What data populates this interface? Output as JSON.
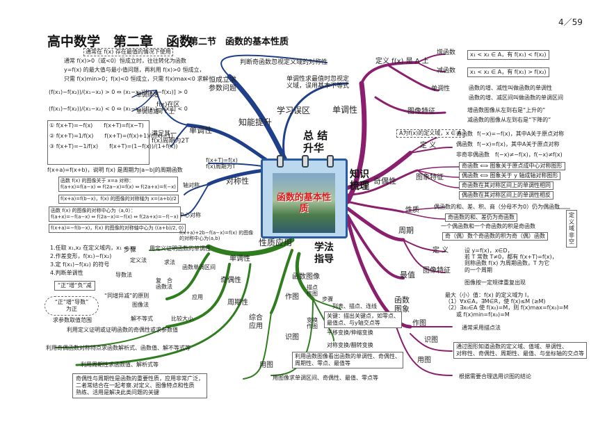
{
  "header": {
    "page_number": "4／59",
    "title": "高中数学　第二章　函数",
    "section": "第二节　函数的基本性质"
  },
  "hub": {
    "title": "函数的基本性质"
  },
  "branches": {
    "review": "总 结\n升华",
    "knowledge": "知识\n梳理",
    "method": "学法\n指导",
    "knowledge_up": "知能提升",
    "learn_area": "学习误区",
    "monotonicity_r": "单调性",
    "property_app": "性质应用"
  },
  "tl": {
    "note": "通常在 f(x) 存在最值的情况下使用",
    "line1": "通常 f(x)>0（或<0）恒成立时，往往转化为函数",
    "line2": "y=f(x) 的最大值与最小值问题，再利用 f(x)>0 恒成立，",
    "line3": "只需 f(x)min>0；f(x)<0 恒成立，只需 f(x)max<0 求解",
    "hengchengli": "恒成立求\n参数问题",
    "inc_formula1": "(f(x₁)−f(x₂))/(x₁−x₂) > 0 ⇔ (x₁−x₂)[f(x₁)−f(x₂)] > 0",
    "inc_label": "单调递增",
    "dec_formula1": "(f(x₁)−f(x₂))/(x₁−x₂) < 0 ⇔ (x₁−x₂)[f(x₁)−f(x₂)] < 0",
    "dec_label": "单调递减",
    "interval": "f(x)在区\n间 I 上",
    "mono": "单调性",
    "period_rows": [
      "① f(x+T)=−f(x)　　f(x+T)=f(x−T)",
      "② f(x+T)=1/f(x)　　f(x+T)=(f(x)+1)/(f(x)−1)",
      "③ f(x+T)=−1/f(x)　　f(x+T)=(1−f(x))/(1+f(x))"
    ],
    "period_note": "满足其一\nf(x)周期为2T",
    "period_bottom": "f(x+a)=f(x+b)，说明 f(x) 是周期为|a−b|的周期函数",
    "period_T": "f(x+T)=f(x)\nf(x)周期为T",
    "symmetry": "对称性",
    "axis_sym": "轴对称",
    "center_sym": "中心对称",
    "axis_box1": "函数 f(x) 的图像关于 x=a 对称：\nf(a+x)=f(a−x) ⇔ f(2a−x)=f(x) ⇔ f(2a+x)=f(−x)",
    "axis_box2": "f(x+a)=f(b−x)，f(x) 的图像的对称轴为 x=(a+b)/2",
    "center_box1": "函数 f(x) 的图像的对称中心为（a,0）：\nf(a+x)=−f(a−x) ⇔ f(2a−x)=−f(x) ⇔ f(2a+x)=−f(−x)",
    "center_box2": "f(x+a)=−f(b−x)，f(x) 的图像的对称轴中心为 ((a+b)/2, 0)",
    "center_box3": "f(x+a)+2b−f(a−x)=f(x) 的图像\n的对称中心为(a,b)"
  },
  "tc": {
    "mistake1": "判断奇函数忽视定义域的对称性",
    "mistake2": "单调性求最值时忽视定\n义域，误用基本不等式"
  },
  "tr": {
    "def_label": "定义 f(x) 是 A 上",
    "inc": "增函数",
    "dec": "减函数",
    "mono": "单调性",
    "graph_feat": "图像特征",
    "inc_def": "x₁ < x₂ ∈ A，有 f(x₁) < f(x₂)",
    "dec_def": "x₁ < x₂ ∈ A，有 f(x₁) > f(x₂)",
    "mono_1": "函数的增、减性叫做函数的单调性",
    "mono_2": "函数的增、减区间叫做函数的单调区间",
    "gf_1": "增函数图像从左到右是“上升的”",
    "gf_2": "减函数的图像从左到右是“下降的”",
    "dom_cond": "A为f(x)的定义域，x ∈ A",
    "def2": "定 义",
    "odd": "奇函数",
    "even": "偶函数",
    "odd_def": "f(−x)=−f(x)，其中A关于原点对称",
    "even_def": "f(−x)=f(x)，其中A关于原点对称",
    "neither": "非奇非偶函数　f(−x)≠−f(x)，f(−x)≠f(x)",
    "parity": "奇偶性",
    "graph_feat2": "图象特征",
    "gf2_1": "奇函数 ⟺ 图象关于原点成中心对称图形",
    "gf2_2": "偶函数 ⟺ 图象关于 y 轴成轴对称图形",
    "gf2_3": "奇函数在其对称区间上的单调性相同",
    "gf2_4": "偶函数在其对称区间上的单调性相反",
    "prop": "性质",
    "prop_1": "偶函数的和、差、积、商（分母不为0）仍为偶函数",
    "prop_2": "奇函数的和、差仍为奇函数",
    "prop_3": "一个偶函数和一个奇函数的积是奇函数",
    "prop_4": "奇（偶）数个奇函数的积为奇（偶）函数",
    "dom_sym": "定义域非空",
    "period": "周期",
    "def3": "定 义",
    "period_def": "设 y=f(x)，x∈D，\n若 T 常数 T≠0，都有 f(x+T)=f(x)，\n则称函数 f(x) 为周期函数，T 为它\n的一个周期",
    "graph_feat3": "图像特征",
    "period_graph": "图像按一定规律重复出现",
    "extreme": "最值",
    "extreme_def": "最大（小）值：f(x) 的定义域为 I，\n（1）∀x∈A，∃M∈R，使 f(x)≤M (≥M)\n（2）∃x₀∈A 使 f(x₀)=M，则 f(x)max=f(x₀)=M\n　　或 f(x)min=f(x₀)=M",
    "func_graph": "函数\n图象",
    "draw": "作图",
    "draw_desc": "通常采用描点法",
    "recognize": "识图",
    "recognize_desc": "通过图形知道函数的定义域、值域、单调性、\n对称性、奇偶性、周期性、最值、与坐标轴的交点等",
    "use": "用图",
    "use_desc": "根据需要合理选用识图的结论"
  },
  "bl": {
    "steps_label": "步骤",
    "step1": "1.任取 x₁,x₂ 在定义域内，x₁ < x₂",
    "step2": "2.作差变形，f(x₁)−f(x₂)",
    "step3": "3.定 f(x₁)−f(x₂) 的符号",
    "step4": "4.判断单调性",
    "def_proof": "用定义证明函数的单调性",
    "def_method": "定义法",
    "find": "求法",
    "mono_interval": "函数单调区间",
    "deriv": "导数法",
    "compose": "复　合\n函数法",
    "zheng_fu": "“正”增“负”减",
    "tongzeng": "“同增异减”的原则",
    "graph_method": "图像法",
    "zheng_dao": "“正”增“导数”\n为正",
    "apply": "应用",
    "ineq": "解不等式",
    "compare": "比较大小",
    "extreme_q": "求参数取值范围",
    "mono": "单调性",
    "parity": "奇偶性",
    "period": "周期性",
    "parity_use1": "利用定义证明或证明函数的奇偶性或求参数值",
    "parity_use2": "利用奇偶函数对称特点求函数解析式、函数值、解不等式等",
    "period_use": "利用周期性求函数值、解析式等",
    "combined": "综合\n应用",
    "combined_text": "奇偶性与周期性是函数的重要性质，应用非常广泛，\n二者常结合在一起考察.对定义、图像特点和性质\n熟练、活用是解决此类问题的关键"
  },
  "bc": {
    "func_graph": "函数图像",
    "draw": "作图",
    "plot": "描点\n作图",
    "steps": "步骤",
    "list_draw": "列表、描点、连线",
    "transform": "变换\n作图",
    "key": "关键：描出关键点，如零点、\n最值点、与y轴交点等",
    "t1": "平移变换/伸缩变换",
    "t2": "对称变换/翻转变换",
    "recognize": "识图",
    "recognize_desc": "利用函数图像看出函数的单调性、奇偶性、\n周期性、零点、最值等",
    "use": "用图",
    "use_desc": "用图像求单调区间、奇偶性、最值、零点等"
  },
  "colors": {
    "blue": "#1f3f8a",
    "green": "#2f7d1f",
    "magenta": "#8a1f6e",
    "hub_border": "#2a5aa0"
  }
}
